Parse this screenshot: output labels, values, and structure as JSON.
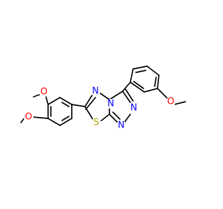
{
  "molecule": {
    "atom_labels": {
      "O_methoxy_upper": "O",
      "O_methoxy_lower": "O",
      "O_methoxy_right": "O",
      "N_upper": "N",
      "N_bridge": "N",
      "N_right": "N",
      "N_bottom": "N",
      "S": "S"
    },
    "colors": {
      "bond": "#000000",
      "O": "#ff0000",
      "N": "#0000ff",
      "S": "#b5a300"
    }
  }
}
